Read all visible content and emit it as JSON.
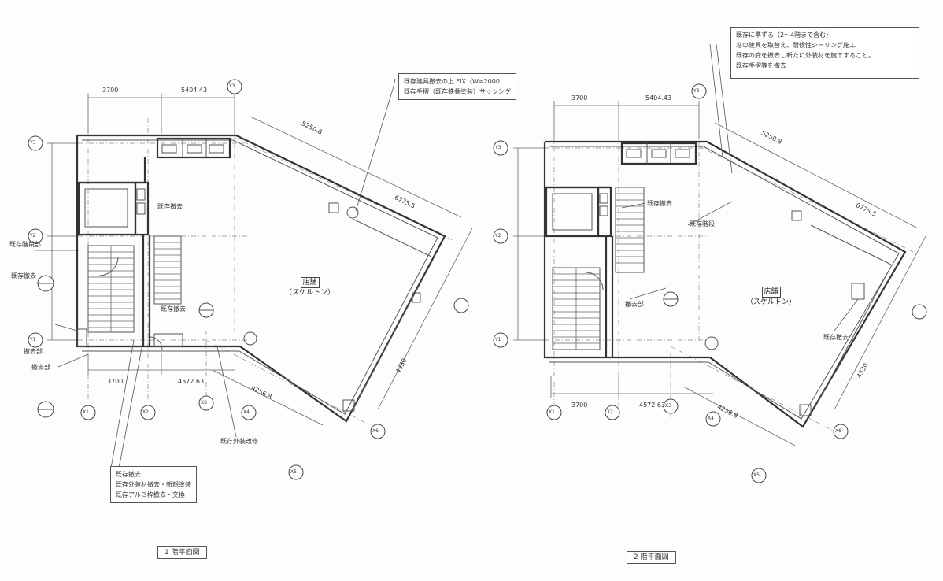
{
  "floor_plans": [
    {
      "caption": "1 階平面図",
      "room_name": "店舗",
      "room_sub": "（スケルトン）",
      "dims": [
        "3700",
        "5404.43",
        "5250.8",
        "6775.5",
        "3700",
        "4572.63",
        "4256.8",
        "4330"
      ],
      "grid_labels": [
        "Y3",
        "Y2",
        "Y1",
        "X1",
        "X2",
        "X3",
        "X4",
        "X5",
        "X6"
      ],
      "notes": {
        "top_right": [
          "既存建具撤去の上 FIX（W=2000",
          "既存手摺（既存鉄骨塗装）サッシング"
        ],
        "bottom": [
          "既存撤去",
          "既存外装材撤去・新規塗装",
          "既存アルミ枠撤去・交換"
        ]
      },
      "labels": [
        "既存撤去",
        "既存階段部",
        "既存撤去",
        "撤去部",
        "撤去部",
        "既存撤去",
        "既存外装改修"
      ]
    },
    {
      "caption": "2 階平面図",
      "room_name": "店舗",
      "room_sub": "（スケルトン）",
      "dims": [
        "3700",
        "5404.43",
        "5250.8",
        "6775.5",
        "3700",
        "4572.63",
        "4256.8",
        "4330"
      ],
      "grid_labels": [
        "Y3",
        "Y2",
        "Y1",
        "X1",
        "X2",
        "X3",
        "X4",
        "X5",
        "X6"
      ],
      "notes": {
        "top_right": [
          "既存に準ずる（2～4階まで含む）",
          "窓の建具を取替え、耐候性シーリング施工",
          "既存の庇を撤去し新たに外装材を施工すること。",
          "既存手摺等を撤去"
        ]
      },
      "labels": [
        "既存撤去",
        "既存撤去",
        "既存階段",
        "撤去部"
      ]
    }
  ]
}
